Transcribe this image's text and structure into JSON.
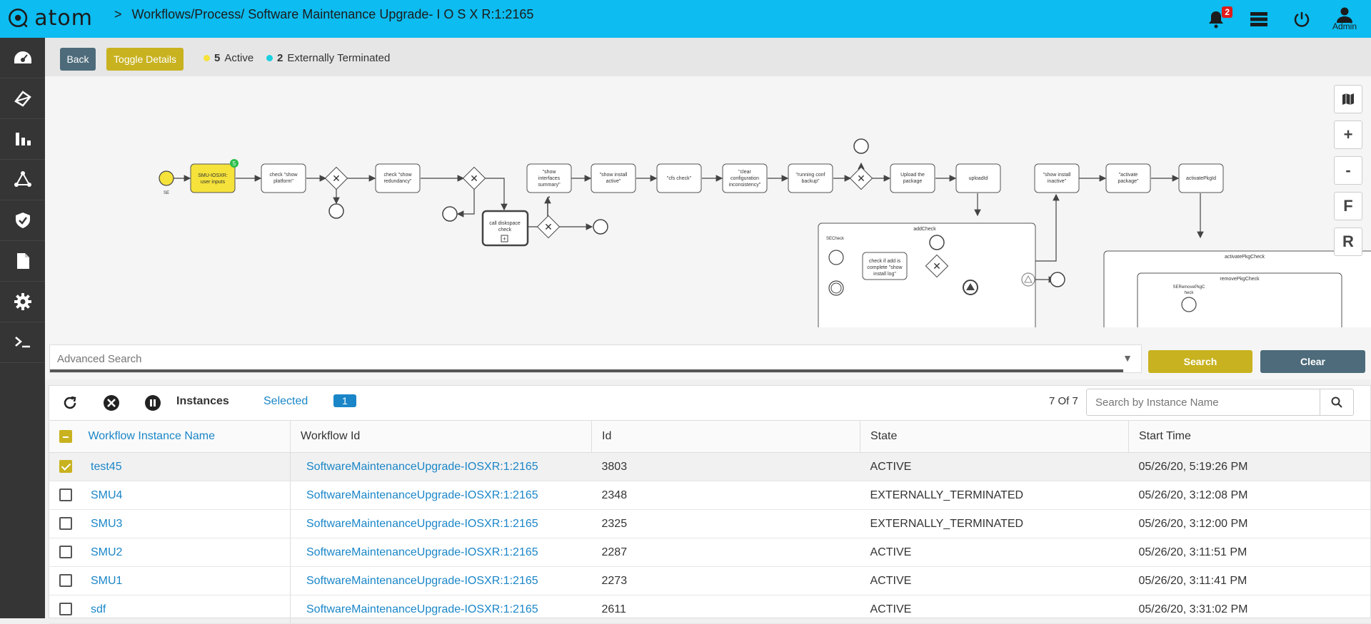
{
  "header": {
    "brand": "atom",
    "breadcrumb_chevron": ">",
    "title": "Workflows/Process/ Software Maintenance Upgrade- I O S X R:1:2165",
    "notification_count": "2",
    "user_label": "Admin"
  },
  "toolbar": {
    "back_label": "Back",
    "toggle_label": "Toggle Details",
    "active_count": "5",
    "active_label": "Active",
    "terminated_count": "2",
    "terminated_label": "Externally Terminated",
    "colors": {
      "active": "#f5e23a",
      "terminated": "#1ad0e0"
    }
  },
  "diagram": {
    "start_label": "SE",
    "nodes": [
      {
        "label1": "SMU-IOSXR:",
        "label2": "user inputs",
        "badge": "5"
      },
      {
        "label1": "check \"show",
        "label2": "platform\""
      },
      {
        "label1": "check \"show",
        "label2": "redundancy\""
      },
      {
        "label1": "call diskspace",
        "label2": "check"
      },
      {
        "label1": "\"show",
        "label2": "interfaces",
        "label3": "summary\""
      },
      {
        "label1": "\"show install",
        "label2": "active\""
      },
      {
        "label1": "\"cfs check\""
      },
      {
        "label1": "\"clear",
        "label2": "configuration",
        "label3": "inconsistency\""
      },
      {
        "label1": "\"running conf",
        "label2": "backup\""
      },
      {
        "label1": "Upload the",
        "label2": "package"
      },
      {
        "label1": "uploadId"
      },
      {
        "label1": "\"show install",
        "label2": "inactive\""
      },
      {
        "label1": "\"activate",
        "label2": "package\""
      },
      {
        "label1": "activatePkgId"
      }
    ],
    "subprocesses": {
      "add_check": "addCheck",
      "add_check_start": "SECheck",
      "add_check_task1": "check if add is",
      "add_check_task2": "complete \"show",
      "add_check_task3": "install log\"",
      "activate_check": "activatePkgCheck",
      "remove_check": "removePkgCheck",
      "remove_start1": "SERemovePkgC",
      "remove_start2": "heck"
    },
    "tools": {
      "map": "map-icon",
      "zoom_in": "+",
      "zoom_out": "-",
      "fit": "F",
      "reset": "R"
    }
  },
  "search": {
    "placeholder": "Advanced Search",
    "search_label": "Search",
    "clear_label": "Clear"
  },
  "table": {
    "instances_label": "Instances",
    "selected_label": "Selected",
    "selected_count": "1",
    "count_label": "7 Of 7",
    "search_placeholder": "Search by Instance Name",
    "columns": [
      "Workflow Instance Name",
      "Workflow Id",
      "Id",
      "State",
      "Start Time"
    ],
    "rows": [
      {
        "name": "test45",
        "workflow_id": "SoftwareMaintenanceUpgrade-IOSXR:1:2165",
        "id": "3803",
        "state": "ACTIVE",
        "start": "05/26/20, 5:19:26 PM",
        "checked": true
      },
      {
        "name": "SMU4",
        "workflow_id": "SoftwareMaintenanceUpgrade-IOSXR:1:2165",
        "id": "2348",
        "state": "EXTERNALLY_TERMINATED",
        "start": "05/26/20, 3:12:08 PM",
        "checked": false
      },
      {
        "name": "SMU3",
        "workflow_id": "SoftwareMaintenanceUpgrade-IOSXR:1:2165",
        "id": "2325",
        "state": "EXTERNALLY_TERMINATED",
        "start": "05/26/20, 3:12:00 PM",
        "checked": false
      },
      {
        "name": "SMU2",
        "workflow_id": "SoftwareMaintenanceUpgrade-IOSXR:1:2165",
        "id": "2287",
        "state": "ACTIVE",
        "start": "05/26/20, 3:11:51 PM",
        "checked": false
      },
      {
        "name": "SMU1",
        "workflow_id": "SoftwareMaintenanceUpgrade-IOSXR:1:2165",
        "id": "2273",
        "state": "ACTIVE",
        "start": "05/26/20, 3:11:41 PM",
        "checked": false
      },
      {
        "name": "sdf",
        "workflow_id": "SoftwareMaintenanceUpgrade-IOSXR:1:2165",
        "id": "2611",
        "state": "ACTIVE",
        "start": "05/26/20, 3:31:02 PM",
        "checked": false
      }
    ]
  }
}
